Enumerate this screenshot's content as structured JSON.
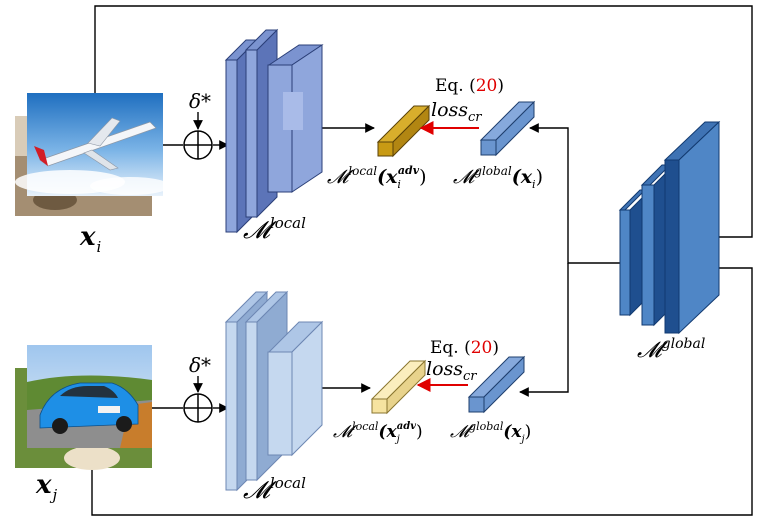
{
  "labels": {
    "xi_base": "x",
    "xi_sub": "i",
    "xj_base": "x",
    "xj_sub": "j",
    "delta_top": "δ*",
    "delta_bottom": "δ*",
    "m_local_top": "𝓜",
    "m_local_top_sup": "local",
    "m_local_bottom": "𝓜",
    "m_local_bottom_sup": "local",
    "m_global": "𝓜",
    "m_global_sup": "global",
    "eq_prefix_top": "Eq. (",
    "eq_num_top": "20",
    "eq_suffix_top": ")",
    "eq_prefix_bottom": "Eq. (",
    "eq_num_bottom": "20",
    "eq_suffix_bottom": ")",
    "loss_top": "loss",
    "loss_top_sub": "cr",
    "loss_bottom": "loss",
    "loss_bottom_sub": "cr",
    "feat_local_top": "𝓜",
    "feat_local_top_sup": "local",
    "feat_local_top_arg": "(x",
    "feat_local_top_arg_sub": "i",
    "feat_local_top_arg_sup": "adv",
    "feat_local_top_close": ")",
    "feat_global_top": "𝓜",
    "feat_global_top_sup": "global",
    "feat_global_top_arg": "(x",
    "feat_global_top_arg_sub": "i",
    "feat_global_top_close": ")",
    "feat_local_bottom": "𝓜",
    "feat_local_bottom_sup": "local",
    "feat_local_bottom_arg": "(x",
    "feat_local_bottom_arg_sub": "j",
    "feat_local_bottom_arg_sup": "adv",
    "feat_local_bottom_close": ")",
    "feat_global_bottom": "𝓜",
    "feat_global_bottom_sup": "global",
    "feat_global_bottom_arg": "(x",
    "feat_global_bottom_arg_sub": "j",
    "feat_global_bottom_close": ")"
  },
  "colors": {
    "local_top_face": "#8fa6dc",
    "local_top_side": "#5c74b8",
    "local_bottom_face": "#c5d8ef",
    "local_bottom_side": "#8fabd2",
    "global_face": "#4f86c6",
    "global_side": "#1f4f8f",
    "feat_local_top": "#c89a14",
    "feat_local_bottom": "#f6e3a0",
    "feat_global": "#6a95cf",
    "loss_arrow": "#e00000",
    "line": "#000000"
  }
}
